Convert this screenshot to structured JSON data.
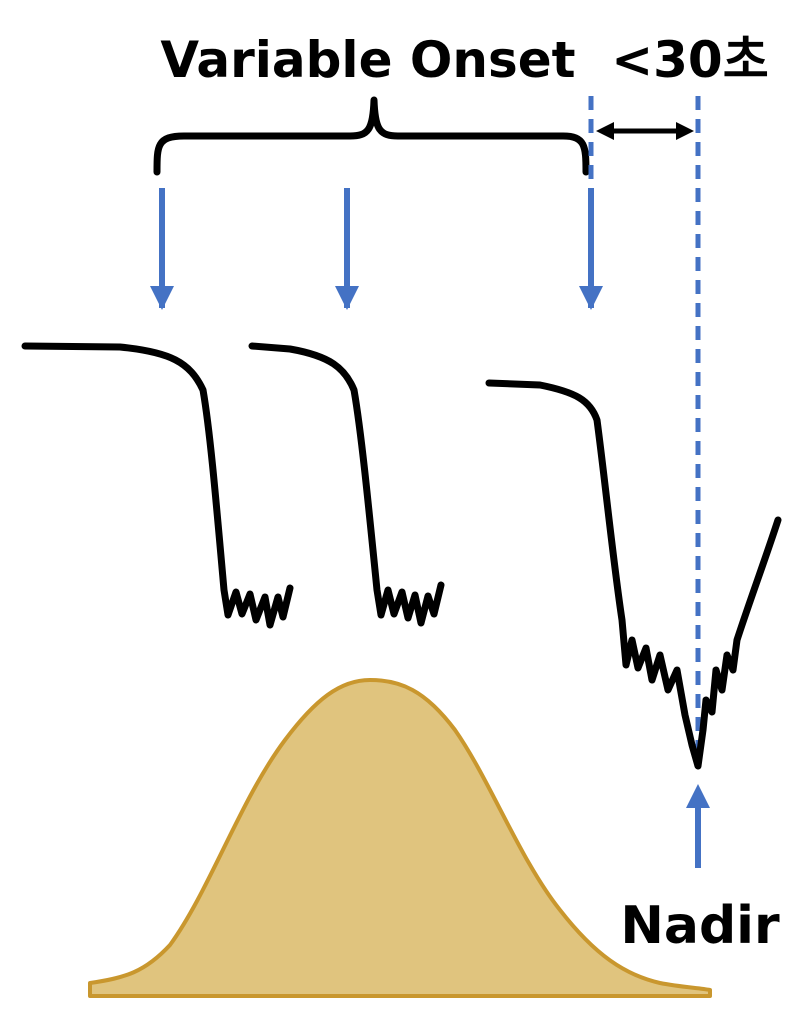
{
  "labels": {
    "onset": "Variable Onset",
    "interval": "<30초",
    "nadir": "Nadir"
  },
  "colors": {
    "stroke": "#000000",
    "marker": "#4472C4",
    "contraction_fill": "#E0C47E",
    "contraction_stroke": "#C9972E"
  }
}
